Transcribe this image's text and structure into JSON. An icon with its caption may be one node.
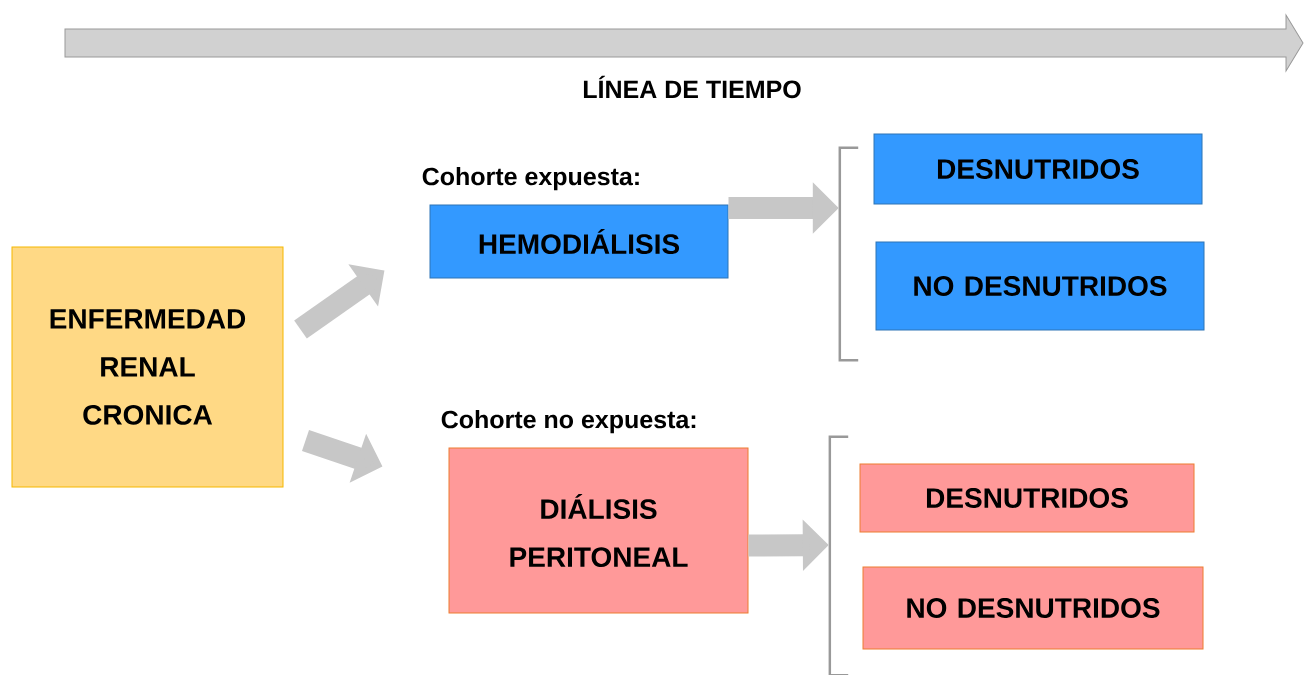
{
  "diagram": {
    "nodes": [
      {
        "text": [
          "ENFERMEDAD RENAL CRONICA"
        ]
      },
      {
        "text": [
          "Cohorte expuesta:",
          "HEMODIÁLISIS"
        ]
      },
      {
        "text": [],
        "shape": "bracket"
      },
      {
        "text": [
          "DESNUTRIDOS"
        ]
      },
      {
        "text": [
          "NO DESNUTRIDOS"
        ]
      },
      {
        "text": [
          "Cohorte no expuesta:",
          "DIÁLISIS PERITONEAL"
        ]
      },
      {
        "text": [],
        "shape": "bracket"
      },
      {
        "text": [
          "DESNUTRIDOS"
        ]
      },
      {
        "text": [
          "NO DESNUTRIDOS"
        ]
      }
    ],
    "edges": [
      {
        "from": 0,
        "to": 1,
        "arrow": "to"
      },
      {
        "from": 0,
        "to": 5,
        "arrow": "to"
      },
      {
        "from": 1,
        "to": 2,
        "arrow": "to"
      },
      {
        "from": 5,
        "to": 6,
        "arrow": "to"
      }
    ],
    "labels": [
      "LÍNEA DE TIEMPO"
    ]
  }
}
